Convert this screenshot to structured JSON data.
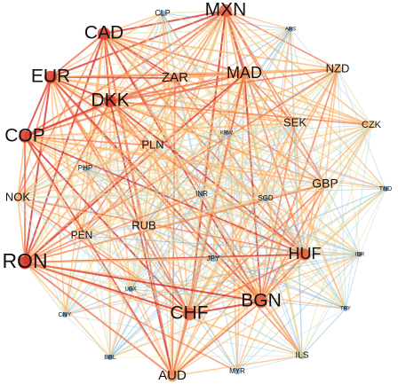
{
  "graph": {
    "nodes": [
      {
        "id": "MXN",
        "label": "MXN",
        "weight": 0.95,
        "color": "#e35a3c"
      },
      {
        "id": "CAD",
        "label": "CAD",
        "weight": 0.95,
        "color": "#d93a2b"
      },
      {
        "id": "CLP",
        "label": "CLP",
        "weight": 0.35,
        "color": "#7fa8c9"
      },
      {
        "id": "ARS",
        "label": "ARS",
        "weight": 0.2,
        "color": "#5b86b8"
      },
      {
        "id": "EUR",
        "label": "EUR",
        "weight": 0.95,
        "color": "#d93a2b"
      },
      {
        "id": "ZAR",
        "label": "ZAR",
        "weight": 0.7,
        "color": "#ec8a5a"
      },
      {
        "id": "MAD",
        "label": "MAD",
        "weight": 0.85,
        "color": "#ec8a5a"
      },
      {
        "id": "NZD",
        "label": "NZD",
        "weight": 0.6,
        "color": "#f5b27a"
      },
      {
        "id": "DKK",
        "label": "DKK",
        "weight": 0.95,
        "color": "#d93a2b"
      },
      {
        "id": "SEK",
        "label": "SEK",
        "weight": 0.55,
        "color": "#f5c48f"
      },
      {
        "id": "CZK",
        "label": "CZK",
        "weight": 0.5,
        "color": "#f5c48f"
      },
      {
        "id": "COP",
        "label": "COP",
        "weight": 0.9,
        "color": "#d93a2b"
      },
      {
        "id": "KRW",
        "label": "KRW",
        "weight": 0.2,
        "color": "#5b86b8"
      },
      {
        "id": "PLN",
        "label": "PLN",
        "weight": 0.55,
        "color": "#f5c48f"
      },
      {
        "id": "PHP",
        "label": "PHP",
        "weight": 0.3,
        "color": "#7fa8c9"
      },
      {
        "id": "GBP",
        "label": "GBP",
        "weight": 0.6,
        "color": "#f5c48f"
      },
      {
        "id": "TND",
        "label": "TND",
        "weight": 0.25,
        "color": "#5b86b8"
      },
      {
        "id": "NOK",
        "label": "NOK",
        "weight": 0.5,
        "color": "#f5b27a"
      },
      {
        "id": "INR",
        "label": "INR",
        "weight": 0.3,
        "color": "#7fa8c9"
      },
      {
        "id": "SGD",
        "label": "SGD",
        "weight": 0.3,
        "color": "#7fa8c9"
      },
      {
        "id": "RUB",
        "label": "RUB",
        "weight": 0.5,
        "color": "#f5c48f"
      },
      {
        "id": "PEN",
        "label": "PEN",
        "weight": 0.5,
        "color": "#f5c48f"
      },
      {
        "id": "HUF",
        "label": "HUF",
        "weight": 0.85,
        "color": "#e35a3c"
      },
      {
        "id": "IDR",
        "label": "IDR",
        "weight": 0.2,
        "color": "#5b86b8"
      },
      {
        "id": "RON",
        "label": "RON",
        "weight": 1.0,
        "color": "#d42a22"
      },
      {
        "id": "JPY",
        "label": "JPY",
        "weight": 0.3,
        "color": "#7fa8c9"
      },
      {
        "id": "UGX",
        "label": "UGX",
        "weight": 0.25,
        "color": "#5b86b8"
      },
      {
        "id": "BGN",
        "label": "BGN",
        "weight": 0.95,
        "color": "#e35a3c"
      },
      {
        "id": "CHF",
        "label": "CHF",
        "weight": 0.95,
        "color": "#e35a3c"
      },
      {
        "id": "CNY",
        "label": "CNY",
        "weight": 0.25,
        "color": "#5b86b8"
      },
      {
        "id": "TRY",
        "label": "TRY",
        "weight": 0.2,
        "color": "#5b86b8"
      },
      {
        "id": "BRL",
        "label": "BRL",
        "weight": 0.25,
        "color": "#5b86b8"
      },
      {
        "id": "ILS",
        "label": "ILS",
        "weight": 0.45,
        "color": "#c9c48a"
      },
      {
        "id": "MYR",
        "label": "MYR",
        "weight": 0.3,
        "color": "#7fa8c9"
      },
      {
        "id": "AUD",
        "label": "AUD",
        "weight": 0.8,
        "color": "#ec8a5a"
      }
    ],
    "edge_colors": {
      "strong": "#d73027",
      "warm": "#f46d43",
      "mid_warm": "#fdae61",
      "neutral": "#e8dfa5",
      "mid_cool": "#abd9e9",
      "cool": "#74add1",
      "strong_cool": "#4575b4"
    }
  }
}
